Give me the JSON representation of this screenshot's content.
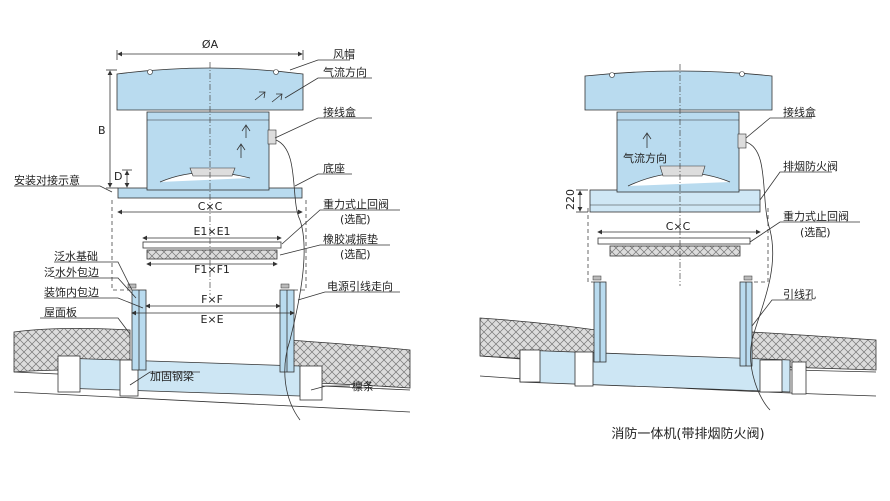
{
  "left_diagram": {
    "dims": {
      "phiA": "ØA",
      "B": "B",
      "D": "D",
      "CxC": "C×C",
      "E1xE1": "E1×E1",
      "F1xF1": "F1×F1",
      "FxF": "F×F",
      "ExE": "E×E"
    },
    "labels": {
      "fengmao": "风帽",
      "qiliu": "气流方向",
      "jiexianhe": "接线盒",
      "dizuo": "底座",
      "anzhuang": "安装对接示意",
      "zhongli": "重力式止回阀",
      "zhongli_opt": "(选配)",
      "xiangjiao": "橡胶减振垫",
      "xiangjiao_opt": "(选配)",
      "fanshui_jichu": "泛水基础",
      "fanshui_wai": "泛水外包边",
      "zhuangshi": "装饰内包边",
      "wumian": "屋面板",
      "dianyuan": "电源引线走向",
      "jiagu": "加固钢梁",
      "lintiao": "檩条"
    }
  },
  "right_diagram": {
    "dims": {
      "h220": "220",
      "CxC": "C×C"
    },
    "labels": {
      "jiexianhe": "接线盒",
      "qiliu": "气流方向",
      "paiyan": "排烟防火阀",
      "zhongli": "重力式止回阀",
      "zhongli_opt": "(选配)",
      "yinxiankong": "引线孔"
    },
    "caption": "消防一体机(带排烟防火阀)"
  },
  "colors": {
    "fan_blue": "#b9dbef",
    "duct_blue": "#cfe7f5"
  }
}
